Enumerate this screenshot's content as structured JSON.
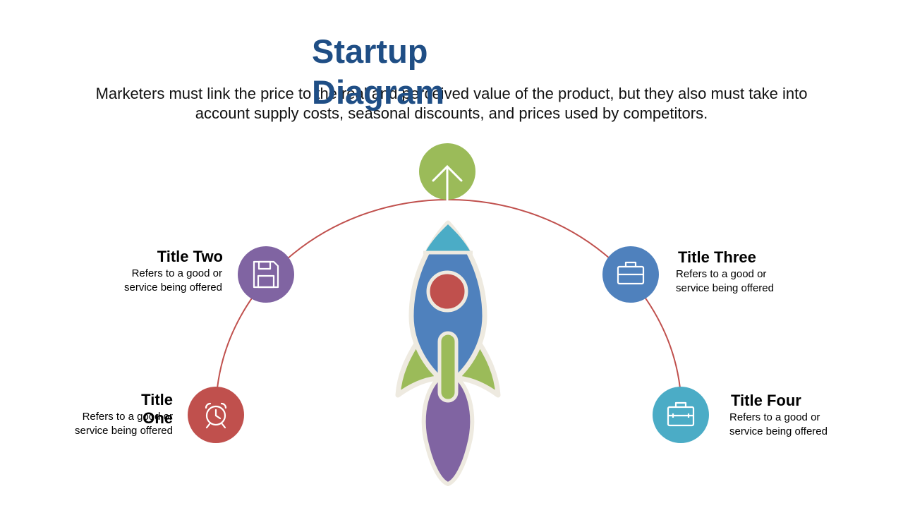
{
  "slide": {
    "title": "Startup Diagram",
    "subtitle": "Marketers must link the price to the real and perceived value of the product, but they also must take into account supply costs, seasonal discounts, and prices used by competitors."
  },
  "colors": {
    "title": "#1f4e85",
    "arc": "#c0504d",
    "top_node": "#9bbb59",
    "red": "#c0504d",
    "purple": "#8064a2",
    "blue": "#4f81bd",
    "teal": "#4bacc6",
    "rocket_outline": "#eeeae0"
  },
  "top_node": {
    "icon": "arrow-up-icon"
  },
  "items": [
    {
      "title": "Title One",
      "desc": "Refers to a good or service being offered",
      "icon": "alarm-clock-icon"
    },
    {
      "title": "Title Two",
      "desc": "Refers to a good or service being offered",
      "icon": "floppy-disk-icon"
    },
    {
      "title": "Title Three",
      "desc": "Refers to a good or service being offered",
      "icon": "briefcase-icon"
    },
    {
      "title": "Title Four",
      "desc": "Refers to a good or service being offered",
      "icon": "toolbox-icon"
    }
  ]
}
